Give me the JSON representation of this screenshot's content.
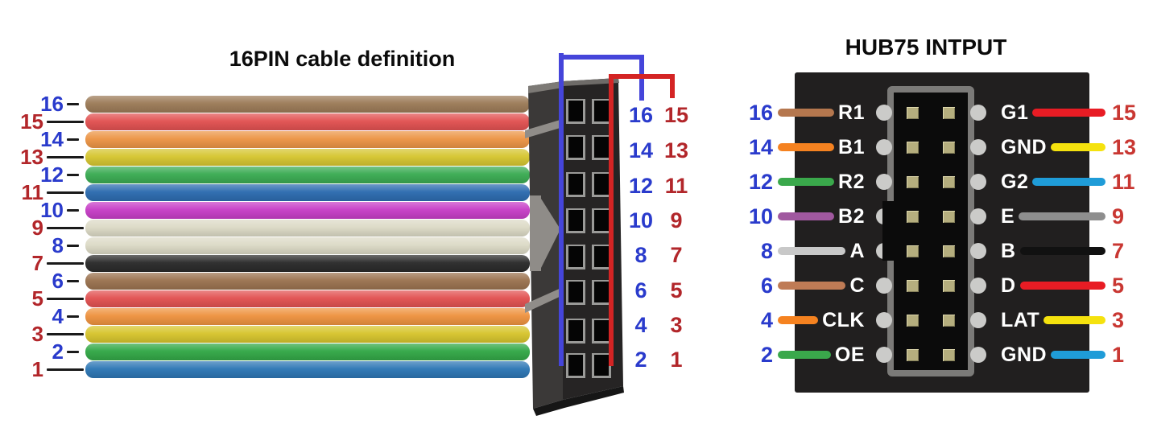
{
  "left_diagram": {
    "title": "16PIN cable definition",
    "wires": [
      {
        "pin": "16",
        "color": "#9c7b58"
      },
      {
        "pin": "15",
        "color": "#e25252"
      },
      {
        "pin": "14",
        "color": "#ec9546"
      },
      {
        "pin": "13",
        "color": "#d6c631"
      },
      {
        "pin": "12",
        "color": "#3bab53"
      },
      {
        "pin": "11",
        "color": "#2d6cb0"
      },
      {
        "pin": "10",
        "color": "#c73fc7"
      },
      {
        "pin": "9",
        "color": "#dcdac6"
      },
      {
        "pin": "8",
        "color": "#dcdac6"
      },
      {
        "pin": "7",
        "color": "#2b2b2b"
      },
      {
        "pin": "6",
        "color": "#9b7350"
      },
      {
        "pin": "5",
        "color": "#e25252"
      },
      {
        "pin": "4",
        "color": "#ee9340"
      },
      {
        "pin": "3",
        "color": "#d7c52e"
      },
      {
        "pin": "2",
        "color": "#33a847"
      },
      {
        "pin": "1",
        "color": "#2e77b5"
      }
    ],
    "connector_pin_rows": [
      {
        "left": "16",
        "right": "15"
      },
      {
        "left": "14",
        "right": "13"
      },
      {
        "left": "12",
        "right": "11"
      },
      {
        "left": "10",
        "right": "9"
      },
      {
        "left": "8",
        "right": "7"
      },
      {
        "left": "6",
        "right": "5"
      },
      {
        "left": "4",
        "right": "3"
      },
      {
        "left": "2",
        "right": "1"
      }
    ],
    "colors": {
      "even_pin_number": "#2a3bcc",
      "odd_pin_number": "#b2262a",
      "tick": "#1a1a1a",
      "bracket_blue": "#4545da",
      "bracket_red": "#d42424"
    }
  },
  "right_diagram": {
    "title": "HUB75 INTPUT",
    "rows": [
      {
        "left_pin": "16",
        "left_wire_color": "#b5774e",
        "left_label": "R1",
        "right_label": "G1",
        "right_wire_color": "#e81c24",
        "right_pin": "15"
      },
      {
        "left_pin": "14",
        "left_wire_color": "#f58220",
        "left_label": "B1",
        "right_label": "GND",
        "right_wire_color": "#f5e20e",
        "right_pin": "13"
      },
      {
        "left_pin": "12",
        "left_wire_color": "#3aa84b",
        "left_label": "R2",
        "right_label": "G2",
        "right_wire_color": "#1f9cd8",
        "right_pin": "11"
      },
      {
        "left_pin": "10",
        "left_wire_color": "#a0589f",
        "left_label": "B2",
        "right_label": "E",
        "right_wire_color": "#8e8e8e",
        "right_pin": "9"
      },
      {
        "left_pin": "8",
        "left_wire_color": "#c8c8c8",
        "left_label": "A",
        "right_label": "B",
        "right_wire_color": "#111111",
        "right_pin": "7"
      },
      {
        "left_pin": "6",
        "left_wire_color": "#bf7b55",
        "left_label": "C",
        "right_label": "D",
        "right_wire_color": "#e81c24",
        "right_pin": "5"
      },
      {
        "left_pin": "4",
        "left_wire_color": "#f58220",
        "left_label": "CLK",
        "right_label": "LAT",
        "right_wire_color": "#f5e20e",
        "right_pin": "3"
      },
      {
        "left_pin": "2",
        "left_wire_color": "#3aa84b",
        "left_label": "OE",
        "right_label": "GND",
        "right_wire_color": "#1f9cd8",
        "right_pin": "1"
      }
    ],
    "colors": {
      "even_pin_number": "#2a3bcc",
      "odd_pin_number": "#c93732",
      "body": "#211f1f",
      "shroud": "#7b7a78",
      "pin_contact": "#b5ae7e",
      "socket": "#cbcbc9",
      "label": "#ffffff"
    }
  }
}
